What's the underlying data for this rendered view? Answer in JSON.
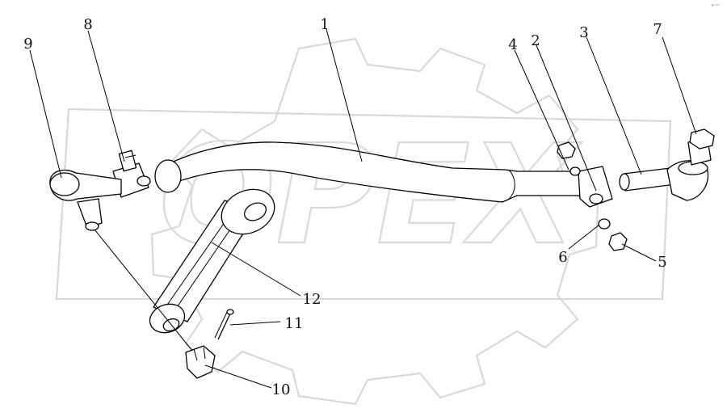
{
  "watermark": {
    "text": "OPEX"
  },
  "corner_mark": "sᵉ ᵉᵉᵉ",
  "callouts": [
    {
      "id": "c1",
      "label": "1"
    },
    {
      "id": "c2",
      "label": "2"
    },
    {
      "id": "c3",
      "label": "3"
    },
    {
      "id": "c4",
      "label": "4"
    },
    {
      "id": "c5",
      "label": "5"
    },
    {
      "id": "c6",
      "label": "6"
    },
    {
      "id": "c7",
      "label": "7"
    },
    {
      "id": "c8",
      "label": "8"
    },
    {
      "id": "c9",
      "label": "9"
    },
    {
      "id": "c10",
      "label": "10"
    },
    {
      "id": "c11",
      "label": "11"
    },
    {
      "id": "c12",
      "label": "12"
    }
  ]
}
